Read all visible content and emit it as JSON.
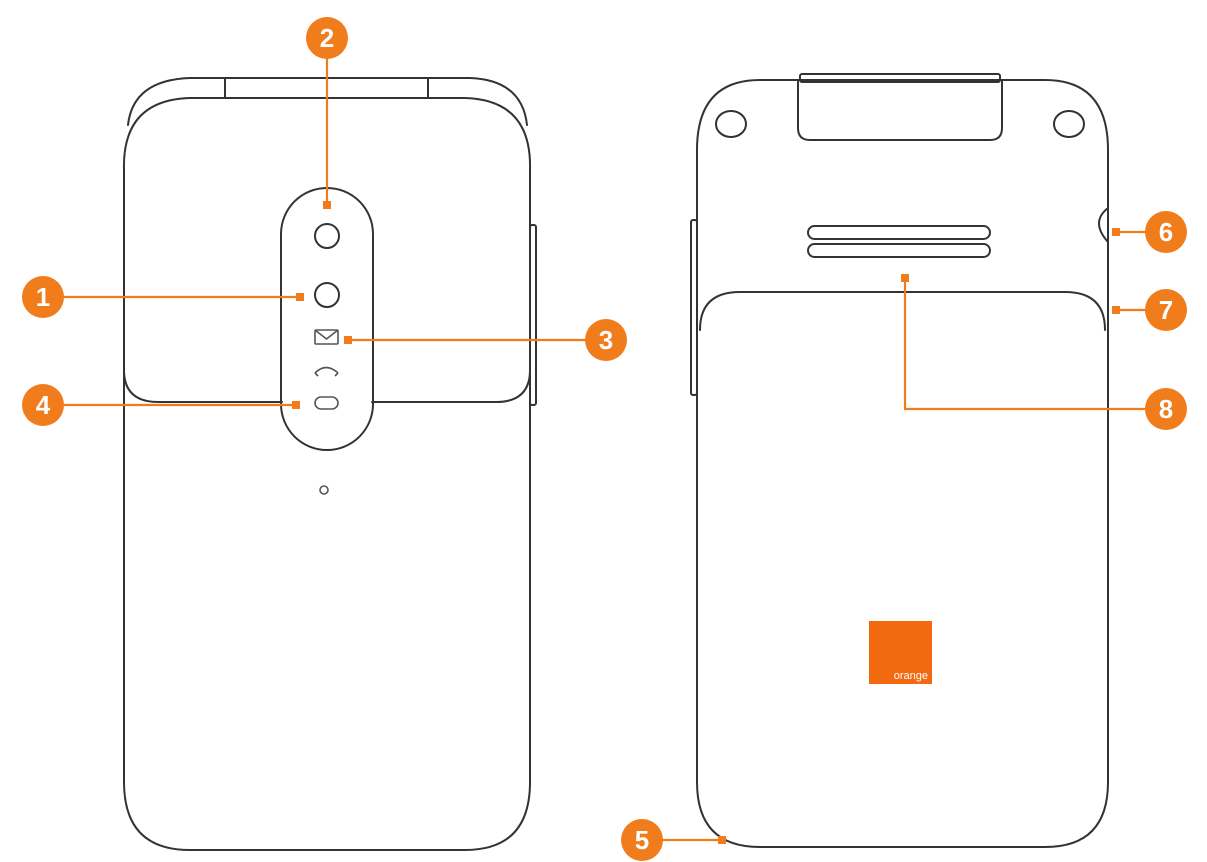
{
  "colors": {
    "accent": "#f07c1b",
    "line": "#333333",
    "brand": "#f26a10"
  },
  "callouts": [
    {
      "id": "1",
      "label": "1"
    },
    {
      "id": "2",
      "label": "2"
    },
    {
      "id": "3",
      "label": "3"
    },
    {
      "id": "4",
      "label": "4"
    },
    {
      "id": "5",
      "label": "5"
    },
    {
      "id": "6",
      "label": "6"
    },
    {
      "id": "7",
      "label": "7"
    },
    {
      "id": "8",
      "label": "8"
    }
  ],
  "logo": {
    "text": "orange"
  }
}
